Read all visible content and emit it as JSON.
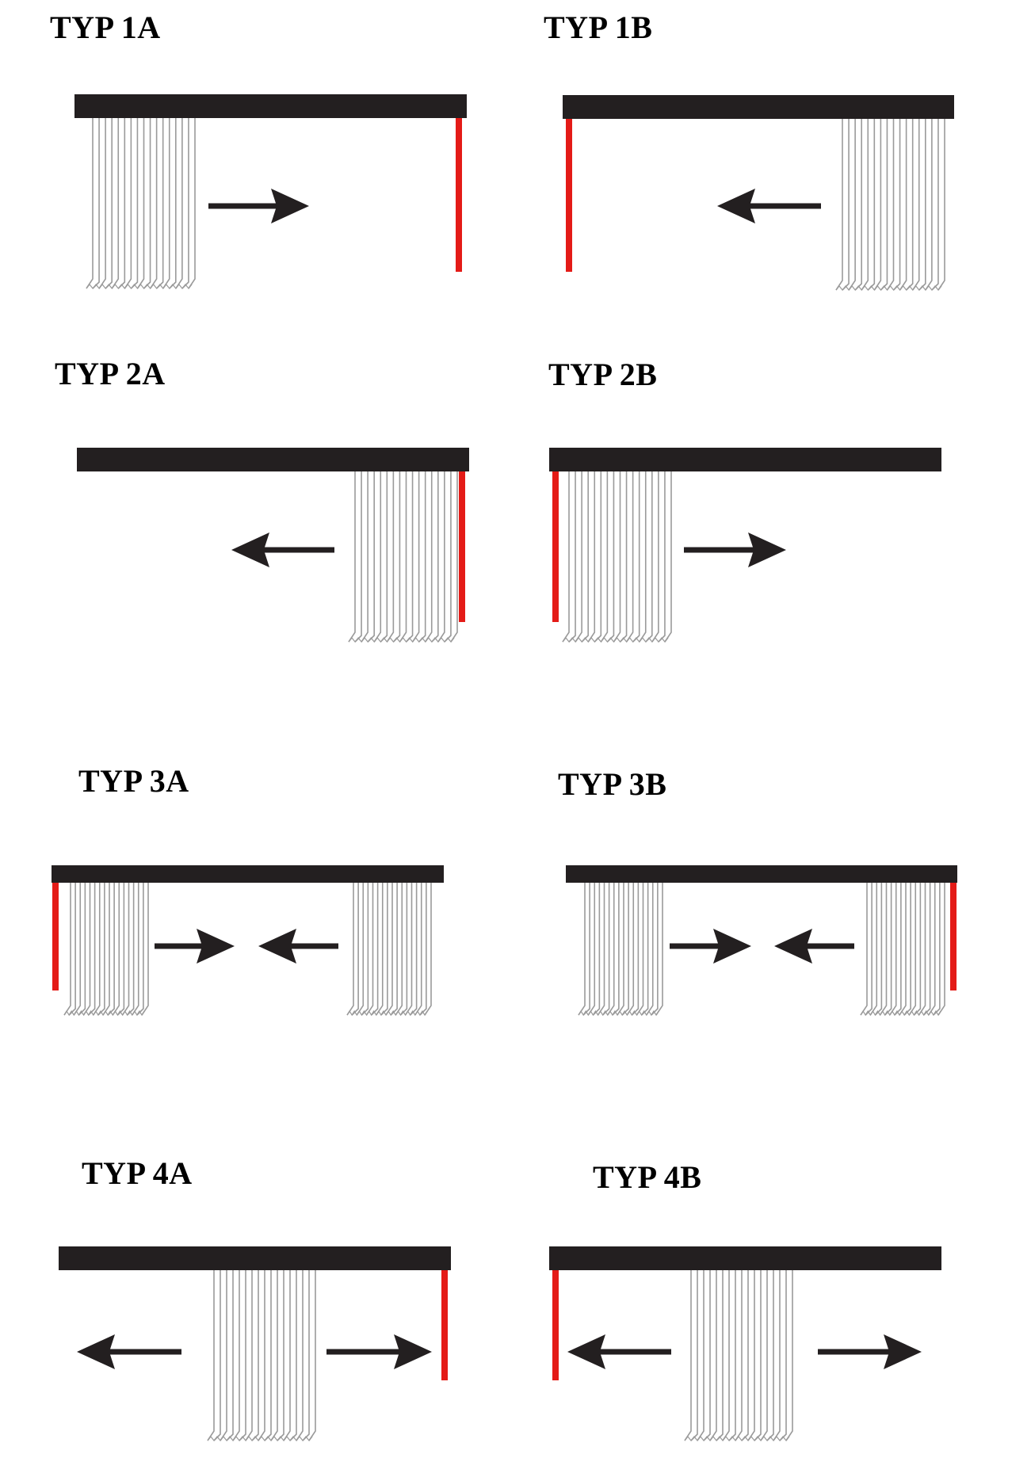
{
  "colors": {
    "rail": "#231f20",
    "arrow": "#231f20",
    "cord": "#e41b17",
    "slat": "#9a9a9a",
    "background": "#ffffff"
  },
  "diagrams": [
    {
      "id": "1a",
      "label": "TYP 1A",
      "stack": "left",
      "cord": "right",
      "arrows": [
        "right"
      ]
    },
    {
      "id": "1b",
      "label": "TYP 1B",
      "stack": "right",
      "cord": "left",
      "arrows": [
        "left"
      ]
    },
    {
      "id": "2a",
      "label": "TYP 2A",
      "stack": "right",
      "cord": "right",
      "arrows": [
        "left"
      ]
    },
    {
      "id": "2b",
      "label": "TYP 2B",
      "stack": "left",
      "cord": "left",
      "arrows": [
        "right"
      ]
    },
    {
      "id": "3a",
      "label": "TYP 3A",
      "stack": "split",
      "cord": "left",
      "arrows": [
        "right",
        "left"
      ]
    },
    {
      "id": "3b",
      "label": "TYP 3B",
      "stack": "split",
      "cord": "right",
      "arrows": [
        "right",
        "left"
      ]
    },
    {
      "id": "4a",
      "label": "TYP 4A",
      "stack": "center",
      "cord": "right",
      "arrows": [
        "left",
        "right"
      ]
    },
    {
      "id": "4b",
      "label": "TYP 4B",
      "stack": "center",
      "cord": "left",
      "arrows": [
        "left",
        "right"
      ]
    }
  ]
}
